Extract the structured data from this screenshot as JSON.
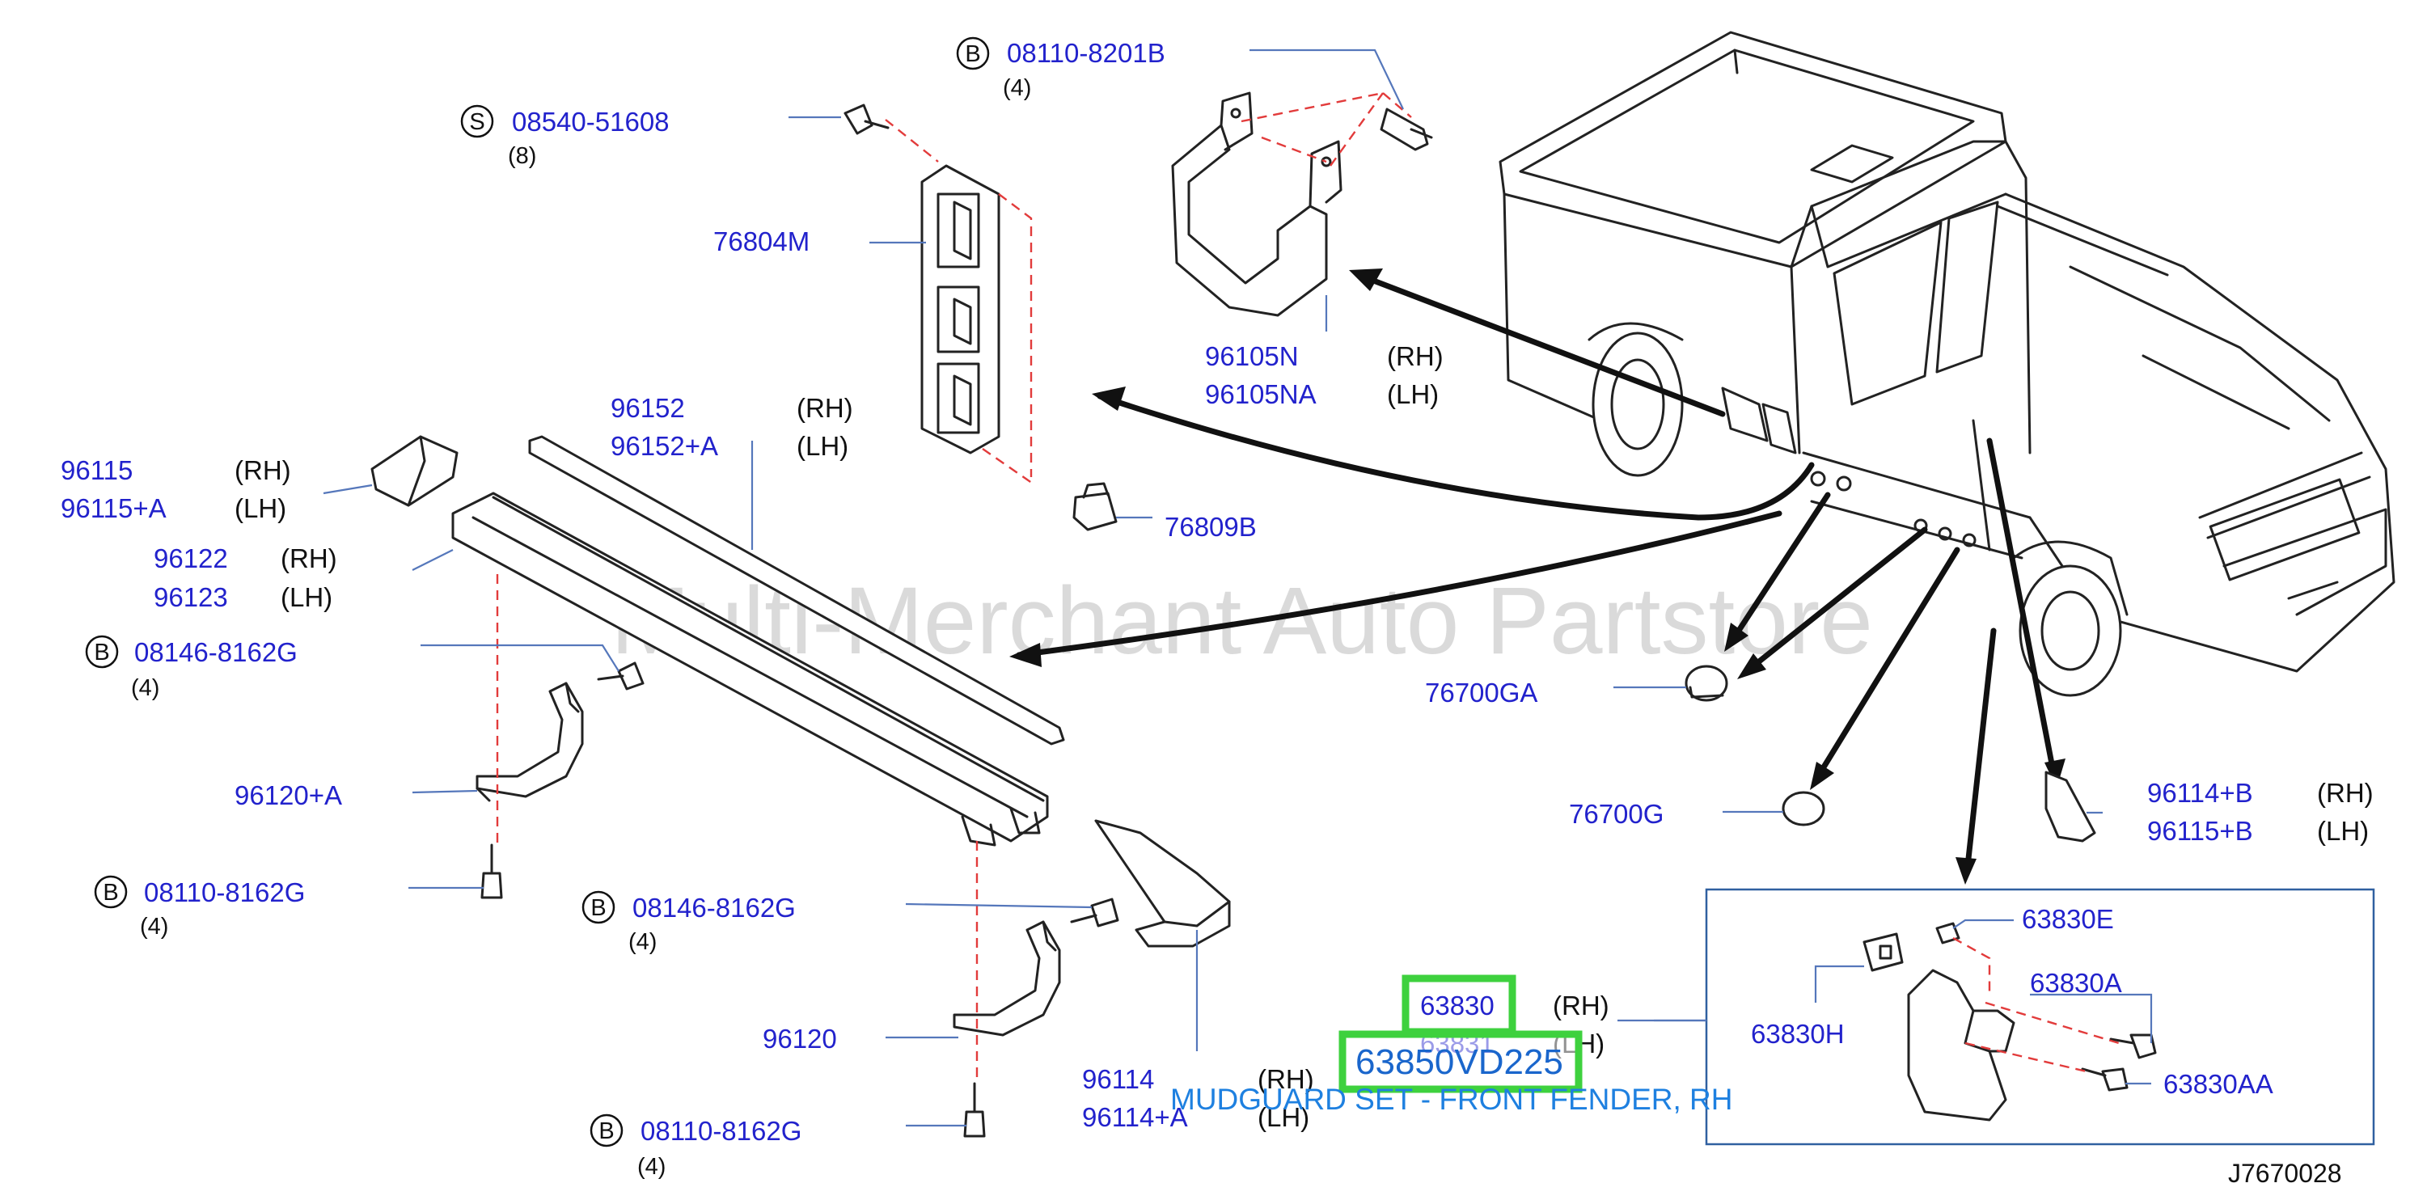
{
  "diagram_id": "J7670028",
  "watermark": "Multi-Merchant Auto Partstore",
  "sides": {
    "rh": "(RH)",
    "lh": "(LH)"
  },
  "labels": {
    "b_08110_8201b": {
      "letter": "B",
      "part": "08110-8201B",
      "qty": "(4)"
    },
    "s_08540_51608": {
      "letter": "S",
      "part": "08540-51608",
      "qty": "(8)"
    },
    "p76804m": "76804M",
    "p96105n": "96105N",
    "p96105na": "96105NA",
    "p96152": "96152",
    "p96152a": "96152+A",
    "p96115": "96115",
    "p96115a": "96115+A",
    "p76809b": "76809B",
    "p96122": "96122",
    "p96123": "96123",
    "b_08146_8162g_top": {
      "letter": "B",
      "part": "08146-8162G",
      "qty": "(4)"
    },
    "p76700ga": "76700GA",
    "p96120a": "96120+A",
    "p76700g": "76700G",
    "p96114b": "96114+B",
    "p96115b": "96115+B",
    "b_08110_8162g_left": {
      "letter": "B",
      "part": "08110-8162G",
      "qty": "(4)"
    },
    "b_08146_8162g_mid": {
      "letter": "B",
      "part": "08146-8162G",
      "qty": "(4)"
    },
    "p63830e": "63830E",
    "p63830a": "63830A",
    "p63830h": "63830H",
    "p63830aa": "63830AA",
    "p96120": "96120",
    "p96114": "96114",
    "p96114a": "96114+A",
    "b_08110_8162g_bottom": {
      "letter": "B",
      "part": "08110-8162G",
      "qty": "(4)"
    },
    "p63830": "63830",
    "p63831": "63831"
  },
  "highlight": {
    "part_number": "63850VD225",
    "description": "MUDGUARD SET - FRONT FENDER, RH"
  }
}
